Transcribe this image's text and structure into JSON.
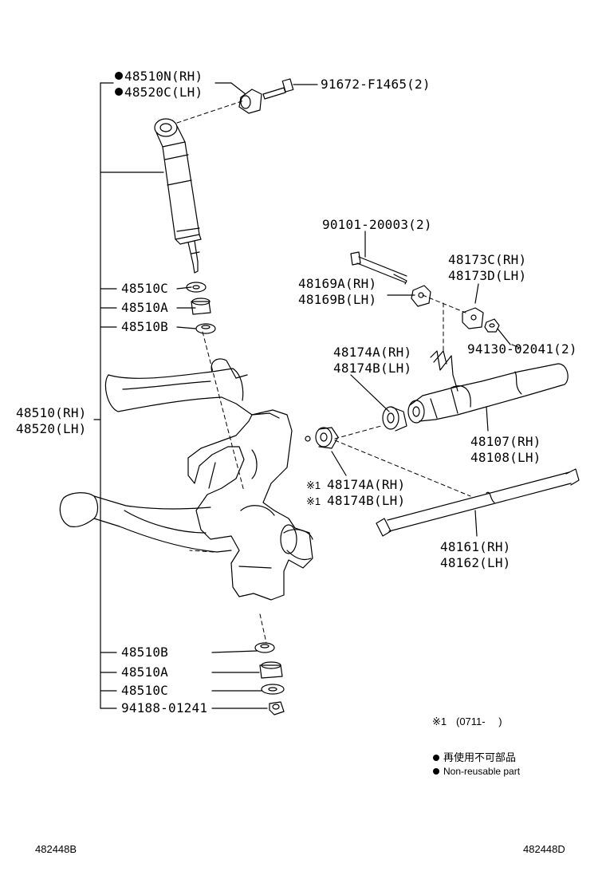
{
  "labels": {
    "shock_rh": "48510N(RH)",
    "shock_lh": "48520C(LH)",
    "bolt_91672": "91672-F1465(2)",
    "bolt_90101": "90101-20003(2)",
    "bracket_48169a": "48169A(RH)",
    "bracket_48169b": "48169B(LH)",
    "bracket_48173c": "48173C(RH)",
    "bracket_48173d": "48173D(LH)",
    "nut_94130": "94130-02041(2)",
    "bushing_48174a": "48174A(RH)",
    "bushing_48174b": "48174B(LH)",
    "bar_48107": "48107(RH)",
    "bar_48108": "48108(LH)",
    "alt_48174a": "48174A(RH)",
    "alt_48174b": "48174B(LH)",
    "torsion_48161": "48161(RH)",
    "torsion_48162": "48162(LH)",
    "asm_48510": "48510(RH)",
    "asm_48520": "48520(LH)",
    "upper_48510c": "48510C",
    "upper_48510a": "48510A",
    "upper_48510b": "48510B",
    "lower_48510b": "48510B",
    "lower_48510a": "48510A",
    "lower_48510c": "48510C",
    "lower_94188": "94188-01241",
    "ref_mark": "※1",
    "note_mark": "※1",
    "note_text": "(0711-　 )",
    "legend_jp": "再使用不可部品",
    "legend_en": "Non-reusable part",
    "code_left": "482448B",
    "code_right": "482448D"
  }
}
